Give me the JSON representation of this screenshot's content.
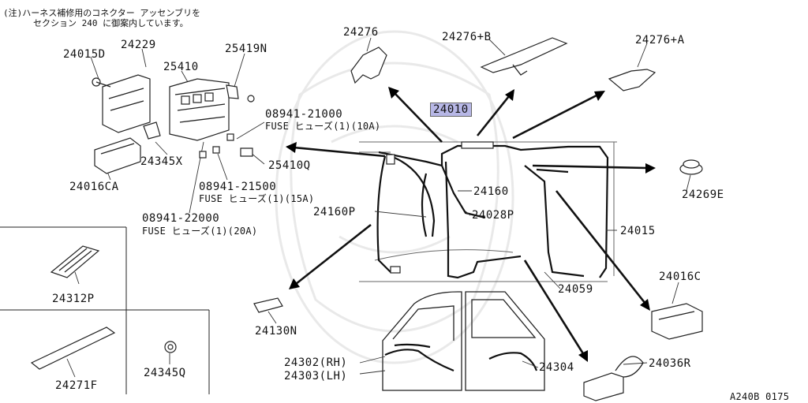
{
  "note": {
    "line1": "(注)ハーネス補修用のコネクター アッセンブリを",
    "line2": "セクション 240 に御案内しています。"
  },
  "parts": {
    "p24010": "24010",
    "p24276": "24276",
    "p24276b": "24276+B",
    "p24276a": "24276+A",
    "p24015d": "24015D",
    "p24229": "24229",
    "p25410": "25410",
    "p25419n": "25419N",
    "p08941_21000": "08941-21000",
    "p08941_21000_desc": "FUSE ヒューズ(1)(10A)",
    "p24345x": "24345X",
    "p25410q": "25410Q",
    "p24016ca": "24016CA",
    "p08941_21500": "08941-21500",
    "p08941_21500_desc": "FUSE ヒューズ(1)(15A)",
    "p08941_22000": "08941-22000",
    "p08941_22000_desc": "FUSE ヒューズ(1)(20A)",
    "p24160": "24160",
    "p24160p": "24160P",
    "p24028p": "24028P",
    "p24269e": "24269E",
    "p24015": "24015",
    "p24016c": "24016C",
    "p24312p": "24312P",
    "p24130n": "24130N",
    "p24059": "24059",
    "p24271f": "24271F",
    "p24345q": "24345Q",
    "p24302": "24302(RH)",
    "p24303": "24303(LH)",
    "p24304": "24304",
    "p24036r": "24036R"
  },
  "diagram_code": "A240B 0175",
  "colors": {
    "highlight": "#b7b7e6"
  }
}
